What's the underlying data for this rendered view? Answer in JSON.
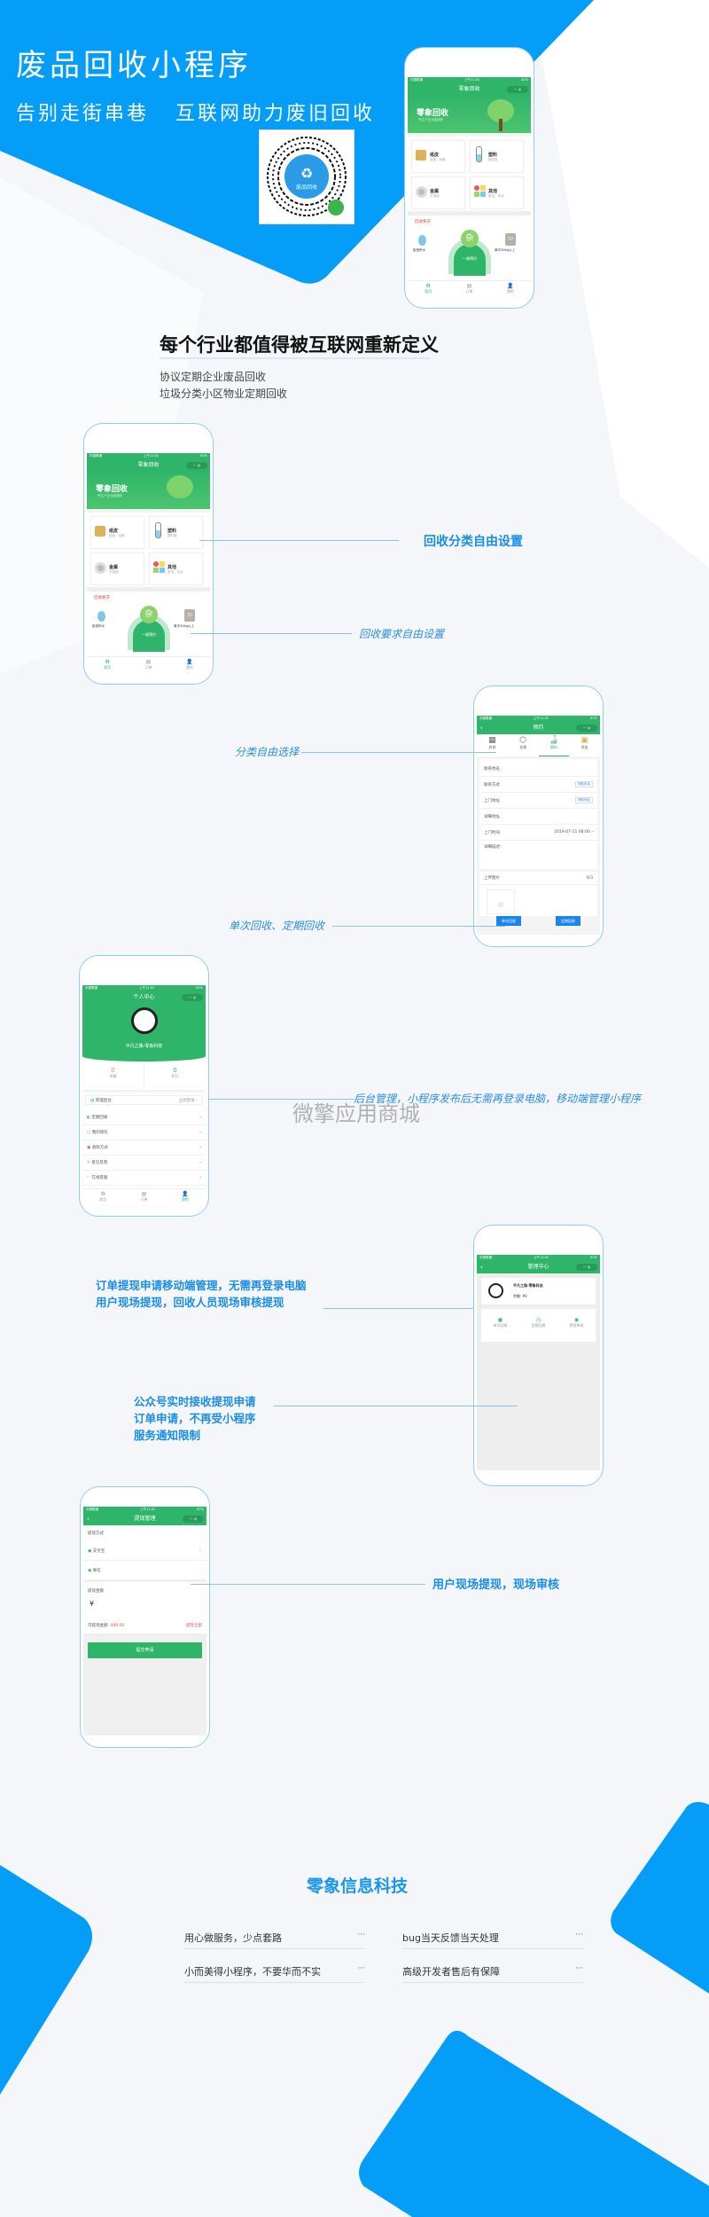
{
  "colors": {
    "brand_blue": "#049df8",
    "green": "#2fb56a",
    "label_blue": "#1a8de8",
    "bg": "#f4f6f9"
  },
  "hero": {
    "title": "废品回收小程序",
    "subtitle": "告别走街串巷   互联网助力废旧回收",
    "qr_label": "废品回收",
    "qr_icon": "recycle-icon"
  },
  "section": {
    "heading": "每个行业都值得被互联网重新定义",
    "lines": [
      "协议定期企业废品回收",
      "垃圾分类小区物业定期回收"
    ]
  },
  "status_bar": {
    "carrier": "中国联通",
    "time": "上午11:01",
    "battery": "87%"
  },
  "home": {
    "nav_title": "零象回收",
    "banner_logo": "零象回收",
    "banner_sub": "专注于企业级回收",
    "categories": [
      {
        "name": "纸皮",
        "desc": "纸板、纸箱"
      },
      {
        "name": "塑料",
        "desc": "塑料瓶"
      },
      {
        "name": "金属",
        "desc": "不锈钢"
      },
      {
        "name": "其他",
        "desc": "家电、泡沫"
      }
    ],
    "req_title": "回收要求",
    "reqs": [
      "拒绝掺水",
      "单次30Kg以上"
    ],
    "center_char": "杂",
    "center_btn": "一键预约",
    "weight_num": "30",
    "tabs": [
      "首页",
      "订单",
      "我的"
    ]
  },
  "booking": {
    "nav_title": "预约",
    "cats": [
      "其他",
      "金属",
      "塑料",
      "纸皮"
    ],
    "fields": [
      {
        "label": "联系姓名",
        "value": ""
      },
      {
        "label": "联系方式",
        "value": "获取电话"
      },
      {
        "label": "上门地址",
        "value": "获取地址"
      },
      {
        "label": "详细地址",
        "value": ""
      },
      {
        "label": "上门时间",
        "value": "2019-07-11 08:00"
      }
    ],
    "desc_label": "详细描述:",
    "upload_label": "上传图片",
    "upload_count": "0/3",
    "btn_single": "单次回收",
    "btn_periodic": "定期回收"
  },
  "profile": {
    "nav_title": "个人中心",
    "username": "平凡之路-零象科技",
    "stats": [
      {
        "value": "0",
        "label": "余额"
      },
      {
        "value": "0",
        "label": "积分"
      }
    ],
    "admin_label": "管理后台",
    "admin_action": "立即登录",
    "menu": [
      "定期回收",
      "我的钱包",
      "收款方式",
      "意见反馈",
      "在线客服"
    ]
  },
  "admin": {
    "nav_title": "管理中心",
    "username": "平凡之路-零象科技",
    "balance": "余额: ¥0",
    "actions": [
      "单次回收",
      "定期回收",
      "提现审核"
    ]
  },
  "withdraw": {
    "nav_title": "提现管理",
    "method_label": "提现方式",
    "methods": [
      "支付宝",
      "微信"
    ],
    "amount_label": "提现金额",
    "currency": "¥",
    "available": "可提现金额: ",
    "available_value": "489.00",
    "all_btn": "提现全部",
    "submit": "提交申请"
  },
  "callouts": {
    "cat_setting": "回收分类自由设置",
    "req_setting": "回收要求自由设置",
    "cat_choose": "分类自由选择",
    "single_periodic": "单次回收、定期回收",
    "backend": "后台管理，小程序发布后无需再登录电脑，移动端管理小程序",
    "mobile_mgmt": [
      "订单提现申请移动端管理，无需再登录电脑",
      "用户现场提现，回收人员现场审核提现"
    ],
    "wechat_notify": [
      "公众号实时接收提现申请",
      "订单申请，不再受小程序",
      "服务通知限制"
    ],
    "onsite": "用户现场提现，现场审核"
  },
  "watermark": "微擎应用商城",
  "footer": {
    "title": "零象信息科技",
    "features": [
      "用心做服务，少点套路",
      "bug当天反馈当天处理",
      "小而美得小程序，不要华而不实",
      "高级开发者售后有保障"
    ],
    "more": "···"
  }
}
